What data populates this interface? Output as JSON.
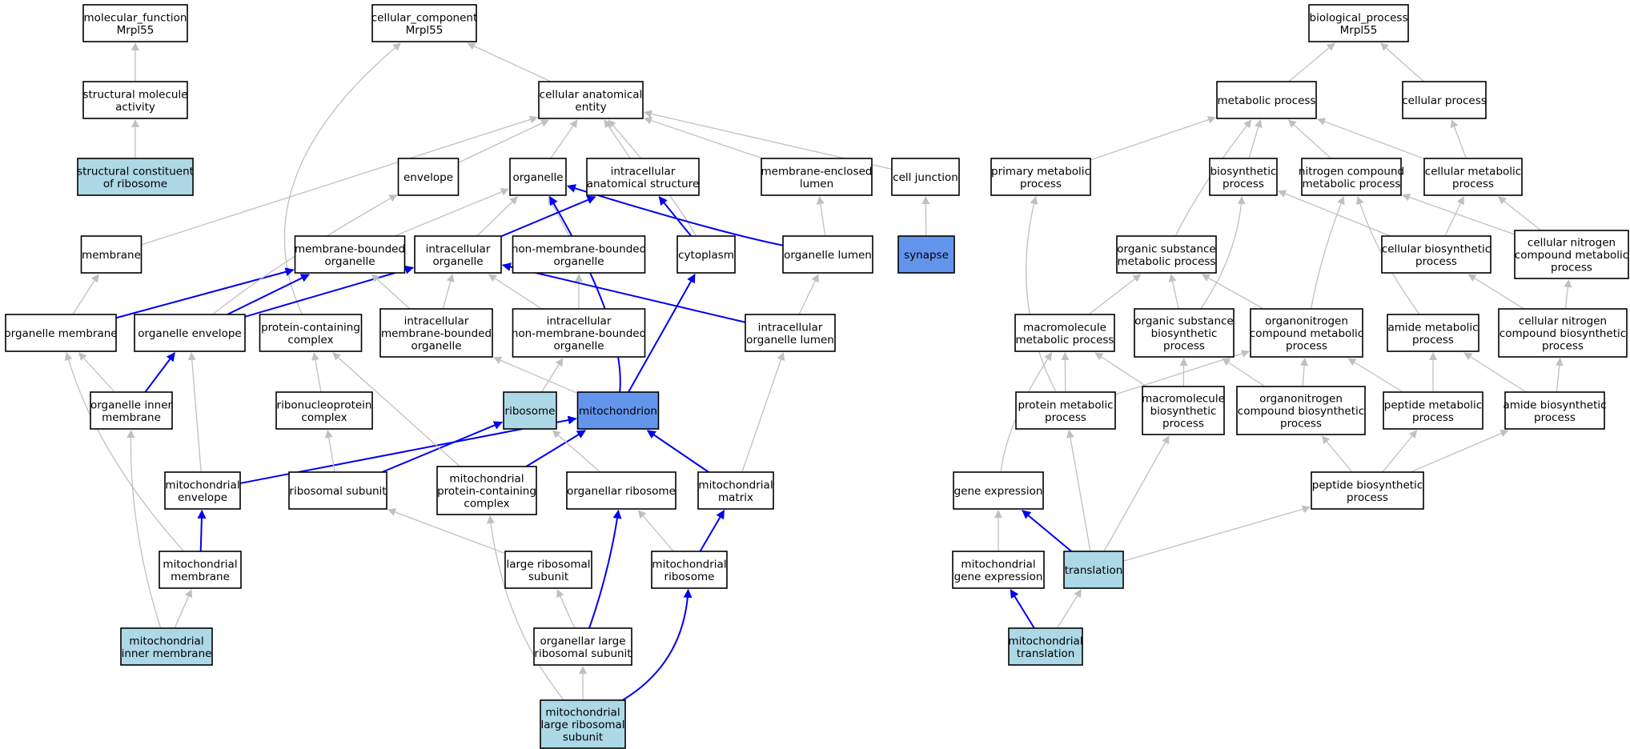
{
  "colors": {
    "default_fill": "#ffffff",
    "light_blue_fill": "#add8e6",
    "blue_fill": "#6495ed",
    "gray_edge": "#c0c0c0",
    "blue_edge": "#0000ee"
  },
  "nodes": [
    {
      "id": "mf",
      "lines": [
        "molecular_function",
        "Mrpl55"
      ],
      "fill": "default"
    },
    {
      "id": "sma",
      "lines": [
        "structural molecule",
        "activity"
      ],
      "fill": "default"
    },
    {
      "id": "scr",
      "lines": [
        "structural constituent",
        "of ribosome"
      ],
      "fill": "light_blue"
    },
    {
      "id": "cc",
      "lines": [
        "cellular_component",
        "Mrpl55"
      ],
      "fill": "default"
    },
    {
      "id": "cae",
      "lines": [
        "cellular anatomical",
        "entity"
      ],
      "fill": "default"
    },
    {
      "id": "env",
      "lines": [
        "envelope"
      ],
      "fill": "default"
    },
    {
      "id": "org",
      "lines": [
        "organelle"
      ],
      "fill": "default"
    },
    {
      "id": "ias",
      "lines": [
        "intracellular",
        "anatomical structure"
      ],
      "fill": "default"
    },
    {
      "id": "mel",
      "lines": [
        "membrane-enclosed",
        "lumen"
      ],
      "fill": "default"
    },
    {
      "id": "cj",
      "lines": [
        "cell junction"
      ],
      "fill": "default"
    },
    {
      "id": "mem",
      "lines": [
        "membrane"
      ],
      "fill": "default"
    },
    {
      "id": "mbo",
      "lines": [
        "membrane-bounded",
        "organelle"
      ],
      "fill": "default"
    },
    {
      "id": "io",
      "lines": [
        "intracellular",
        "organelle"
      ],
      "fill": "default"
    },
    {
      "id": "nmbo",
      "lines": [
        "non-membrane-bounded",
        "organelle"
      ],
      "fill": "default"
    },
    {
      "id": "cyt",
      "lines": [
        "cytoplasm"
      ],
      "fill": "default"
    },
    {
      "id": "ol",
      "lines": [
        "organelle lumen"
      ],
      "fill": "default"
    },
    {
      "id": "syn",
      "lines": [
        "synapse"
      ],
      "fill": "blue"
    },
    {
      "id": "om",
      "lines": [
        "organelle membrane"
      ],
      "fill": "default"
    },
    {
      "id": "oe",
      "lines": [
        "organelle envelope"
      ],
      "fill": "default"
    },
    {
      "id": "pcc",
      "lines": [
        "protein-containing",
        "complex"
      ],
      "fill": "default"
    },
    {
      "id": "imbo",
      "lines": [
        "intracellular",
        "membrane-bounded",
        "organelle"
      ],
      "fill": "default"
    },
    {
      "id": "inmbo",
      "lines": [
        "intracellular",
        "non-membrane-bounded",
        "organelle"
      ],
      "fill": "default"
    },
    {
      "id": "iol",
      "lines": [
        "intracellular",
        "organelle lumen"
      ],
      "fill": "default"
    },
    {
      "id": "oim",
      "lines": [
        "organelle inner",
        "membrane"
      ],
      "fill": "default"
    },
    {
      "id": "rnp",
      "lines": [
        "ribonucleoprotein",
        "complex"
      ],
      "fill": "default"
    },
    {
      "id": "rib",
      "lines": [
        "ribosome"
      ],
      "fill": "light_blue"
    },
    {
      "id": "mito",
      "lines": [
        "mitochondrion"
      ],
      "fill": "blue"
    },
    {
      "id": "menv",
      "lines": [
        "mitochondrial",
        "envelope"
      ],
      "fill": "default"
    },
    {
      "id": "rsu",
      "lines": [
        "ribosomal subunit"
      ],
      "fill": "default"
    },
    {
      "id": "mpcc",
      "lines": [
        "mitochondrial",
        "protein-containing",
        "complex"
      ],
      "fill": "default"
    },
    {
      "id": "orib",
      "lines": [
        "organellar ribosome"
      ],
      "fill": "default"
    },
    {
      "id": "mmat",
      "lines": [
        "mitochondrial",
        "matrix"
      ],
      "fill": "default"
    },
    {
      "id": "mmem",
      "lines": [
        "mitochondrial",
        "membrane"
      ],
      "fill": "default"
    },
    {
      "id": "lrsu",
      "lines": [
        "large ribosomal",
        "subunit"
      ],
      "fill": "default"
    },
    {
      "id": "mrib",
      "lines": [
        "mitochondrial",
        "ribosome"
      ],
      "fill": "default"
    },
    {
      "id": "mim",
      "lines": [
        "mitochondrial",
        "inner membrane"
      ],
      "fill": "light_blue"
    },
    {
      "id": "olrs",
      "lines": [
        "organellar large",
        "ribosomal subunit"
      ],
      "fill": "default"
    },
    {
      "id": "mlrs",
      "lines": [
        "mitochondrial",
        "large ribosomal",
        "subunit"
      ],
      "fill": "light_blue"
    },
    {
      "id": "bp",
      "lines": [
        "biological_process",
        "Mrpl55"
      ],
      "fill": "default"
    },
    {
      "id": "metp",
      "lines": [
        "metabolic process"
      ],
      "fill": "default"
    },
    {
      "id": "cellp",
      "lines": [
        "cellular process"
      ],
      "fill": "default"
    },
    {
      "id": "pmp",
      "lines": [
        "primary metabolic",
        "process"
      ],
      "fill": "default"
    },
    {
      "id": "bsp",
      "lines": [
        "biosynthetic",
        "process"
      ],
      "fill": "default"
    },
    {
      "id": "ncmp",
      "lines": [
        "nitrogen compound",
        "metabolic process"
      ],
      "fill": "default"
    },
    {
      "id": "cmp",
      "lines": [
        "cellular metabolic",
        "process"
      ],
      "fill": "default"
    },
    {
      "id": "osmp",
      "lines": [
        "organic substance",
        "metabolic process"
      ],
      "fill": "default"
    },
    {
      "id": "cbp",
      "lines": [
        "cellular biosynthetic",
        "process"
      ],
      "fill": "default"
    },
    {
      "id": "cncmp",
      "lines": [
        "cellular nitrogen",
        "compound metabolic",
        "process"
      ],
      "fill": "default"
    },
    {
      "id": "mmp",
      "lines": [
        "macromolecule",
        "metabolic process"
      ],
      "fill": "default"
    },
    {
      "id": "osbp",
      "lines": [
        "organic substance",
        "biosynthetic",
        "process"
      ],
      "fill": "default"
    },
    {
      "id": "oncmp",
      "lines": [
        "organonitrogen",
        "compound metabolic",
        "process"
      ],
      "fill": "default"
    },
    {
      "id": "amp",
      "lines": [
        "amide metabolic",
        "process"
      ],
      "fill": "default"
    },
    {
      "id": "cncbp",
      "lines": [
        "cellular nitrogen",
        "compound biosynthetic",
        "process"
      ],
      "fill": "default"
    },
    {
      "id": "protmp",
      "lines": [
        "protein metabolic",
        "process"
      ],
      "fill": "default"
    },
    {
      "id": "mbp",
      "lines": [
        "macromolecule",
        "biosynthetic",
        "process"
      ],
      "fill": "default"
    },
    {
      "id": "oncbp",
      "lines": [
        "organonitrogen",
        "compound biosynthetic",
        "process"
      ],
      "fill": "default"
    },
    {
      "id": "pepmp",
      "lines": [
        "peptide metabolic",
        "process"
      ],
      "fill": "default"
    },
    {
      "id": "abp",
      "lines": [
        "amide biosynthetic",
        "process"
      ],
      "fill": "default"
    },
    {
      "id": "ge",
      "lines": [
        "gene expression"
      ],
      "fill": "default"
    },
    {
      "id": "pbp",
      "lines": [
        "peptide biosynthetic",
        "process"
      ],
      "fill": "default"
    },
    {
      "id": "mge",
      "lines": [
        "mitochondrial",
        "gene expression"
      ],
      "fill": "default"
    },
    {
      "id": "trans",
      "lines": [
        "translation"
      ],
      "fill": "light_blue"
    },
    {
      "id": "mtrans",
      "lines": [
        "mitochondrial",
        "translation"
      ],
      "fill": "light_blue"
    }
  ],
  "edges": [
    {
      "from": "sma",
      "to": "mf",
      "kind": "gray"
    },
    {
      "from": "scr",
      "to": "sma",
      "kind": "gray"
    },
    {
      "from": "cae",
      "to": "cc",
      "kind": "gray"
    },
    {
      "from": "pcc",
      "to": "cc",
      "kind": "gray"
    },
    {
      "from": "env",
      "to": "cae",
      "kind": "gray"
    },
    {
      "from": "org",
      "to": "cae",
      "kind": "gray"
    },
    {
      "from": "ias",
      "to": "cae",
      "kind": "gray"
    },
    {
      "from": "mel",
      "to": "cae",
      "kind": "gray"
    },
    {
      "from": "cj",
      "to": "cae",
      "kind": "gray"
    },
    {
      "from": "mem",
      "to": "cae",
      "kind": "gray"
    },
    {
      "from": "cyt",
      "to": "cae",
      "kind": "gray"
    },
    {
      "from": "syn",
      "to": "cj",
      "kind": "gray"
    },
    {
      "from": "mbo",
      "to": "org",
      "kind": "gray"
    },
    {
      "from": "io",
      "to": "org",
      "kind": "gray"
    },
    {
      "from": "nmbo",
      "to": "org",
      "kind": "gray"
    },
    {
      "from": "io",
      "to": "ias",
      "kind": "blue"
    },
    {
      "from": "cyt",
      "to": "ias",
      "kind": "blue"
    },
    {
      "from": "ol",
      "to": "org",
      "kind": "blue"
    },
    {
      "from": "mito",
      "to": "org",
      "kind": "blue"
    },
    {
      "from": "ol",
      "to": "mel",
      "kind": "gray"
    },
    {
      "from": "om",
      "to": "mem",
      "kind": "gray"
    },
    {
      "from": "om",
      "to": "mbo",
      "kind": "blue"
    },
    {
      "from": "oe",
      "to": "mbo",
      "kind": "blue"
    },
    {
      "from": "oe",
      "to": "io",
      "kind": "blue"
    },
    {
      "from": "oe",
      "to": "env",
      "kind": "gray"
    },
    {
      "from": "imbo",
      "to": "mbo",
      "kind": "gray"
    },
    {
      "from": "imbo",
      "to": "io",
      "kind": "gray"
    },
    {
      "from": "inmbo",
      "to": "io",
      "kind": "gray"
    },
    {
      "from": "inmbo",
      "to": "nmbo",
      "kind": "gray"
    },
    {
      "from": "iol",
      "to": "io",
      "kind": "blue"
    },
    {
      "from": "iol",
      "to": "ol",
      "kind": "gray"
    },
    {
      "from": "oim",
      "to": "om",
      "kind": "gray"
    },
    {
      "from": "oim",
      "to": "oe",
      "kind": "blue"
    },
    {
      "from": "rnp",
      "to": "pcc",
      "kind": "gray"
    },
    {
      "from": "rib",
      "to": "inmbo",
      "kind": "gray"
    },
    {
      "from": "mito",
      "to": "imbo",
      "kind": "gray"
    },
    {
      "from": "mito",
      "to": "cyt",
      "kind": "blue"
    },
    {
      "from": "menv",
      "to": "oe",
      "kind": "gray"
    },
    {
      "from": "menv",
      "to": "mito",
      "kind": "blue"
    },
    {
      "from": "rsu",
      "to": "rnp",
      "kind": "gray"
    },
    {
      "from": "rsu",
      "to": "rib",
      "kind": "blue"
    },
    {
      "from": "mpcc",
      "to": "pcc",
      "kind": "gray"
    },
    {
      "from": "mpcc",
      "to": "mito",
      "kind": "blue"
    },
    {
      "from": "orib",
      "to": "rib",
      "kind": "gray"
    },
    {
      "from": "mmat",
      "to": "iol",
      "kind": "gray"
    },
    {
      "from": "mmat",
      "to": "mito",
      "kind": "blue"
    },
    {
      "from": "mmem",
      "to": "om",
      "kind": "gray"
    },
    {
      "from": "mmem",
      "to": "menv",
      "kind": "blue"
    },
    {
      "from": "lrsu",
      "to": "rsu",
      "kind": "gray"
    },
    {
      "from": "mrib",
      "to": "orib",
      "kind": "gray"
    },
    {
      "from": "mrib",
      "to": "mmat",
      "kind": "blue"
    },
    {
      "from": "mim",
      "to": "mmem",
      "kind": "gray"
    },
    {
      "from": "mim",
      "to": "oim",
      "kind": "gray"
    },
    {
      "from": "olrs",
      "to": "lrsu",
      "kind": "gray"
    },
    {
      "from": "olrs",
      "to": "orib",
      "kind": "blue"
    },
    {
      "from": "mlrs",
      "to": "olrs",
      "kind": "gray"
    },
    {
      "from": "mlrs",
      "to": "mpcc",
      "kind": "gray"
    },
    {
      "from": "mlrs",
      "to": "mrib",
      "kind": "blue"
    },
    {
      "from": "metp",
      "to": "bp",
      "kind": "gray"
    },
    {
      "from": "cellp",
      "to": "bp",
      "kind": "gray"
    },
    {
      "from": "pmp",
      "to": "metp",
      "kind": "gray"
    },
    {
      "from": "bsp",
      "to": "metp",
      "kind": "gray"
    },
    {
      "from": "ncmp",
      "to": "metp",
      "kind": "gray"
    },
    {
      "from": "cmp",
      "to": "metp",
      "kind": "gray"
    },
    {
      "from": "osmp",
      "to": "metp",
      "kind": "gray"
    },
    {
      "from": "cmp",
      "to": "cellp",
      "kind": "gray"
    },
    {
      "from": "cbp",
      "to": "bsp",
      "kind": "gray"
    },
    {
      "from": "cbp",
      "to": "cmp",
      "kind": "gray"
    },
    {
      "from": "cncmp",
      "to": "ncmp",
      "kind": "gray"
    },
    {
      "from": "cncmp",
      "to": "cmp",
      "kind": "gray"
    },
    {
      "from": "mmp",
      "to": "osmp",
      "kind": "gray"
    },
    {
      "from": "osbp",
      "to": "osmp",
      "kind": "gray"
    },
    {
      "from": "osbp",
      "to": "bsp",
      "kind": "gray"
    },
    {
      "from": "oncmp",
      "to": "osmp",
      "kind": "gray"
    },
    {
      "from": "oncmp",
      "to": "ncmp",
      "kind": "gray"
    },
    {
      "from": "amp",
      "to": "ncmp",
      "kind": "gray"
    },
    {
      "from": "cncbp",
      "to": "cbp",
      "kind": "gray"
    },
    {
      "from": "cncbp",
      "to": "cncmp",
      "kind": "gray"
    },
    {
      "from": "protmp",
      "to": "mmp",
      "kind": "gray"
    },
    {
      "from": "protmp",
      "to": "pmp",
      "kind": "gray"
    },
    {
      "from": "protmp",
      "to": "oncmp",
      "kind": "gray"
    },
    {
      "from": "mbp",
      "to": "mmp",
      "kind": "gray"
    },
    {
      "from": "mbp",
      "to": "osbp",
      "kind": "gray"
    },
    {
      "from": "oncbp",
      "to": "osbp",
      "kind": "gray"
    },
    {
      "from": "oncbp",
      "to": "oncmp",
      "kind": "gray"
    },
    {
      "from": "pepmp",
      "to": "oncmp",
      "kind": "gray"
    },
    {
      "from": "pepmp",
      "to": "amp",
      "kind": "gray"
    },
    {
      "from": "abp",
      "to": "amp",
      "kind": "gray"
    },
    {
      "from": "abp",
      "to": "cncbp",
      "kind": "gray"
    },
    {
      "from": "ge",
      "to": "mmp",
      "kind": "gray"
    },
    {
      "from": "pbp",
      "to": "oncbp",
      "kind": "gray"
    },
    {
      "from": "pbp",
      "to": "pepmp",
      "kind": "gray"
    },
    {
      "from": "pbp",
      "to": "abp",
      "kind": "gray"
    },
    {
      "from": "mge",
      "to": "ge",
      "kind": "gray"
    },
    {
      "from": "trans",
      "to": "ge",
      "kind": "blue"
    },
    {
      "from": "trans",
      "to": "protmp",
      "kind": "gray"
    },
    {
      "from": "trans",
      "to": "mbp",
      "kind": "gray"
    },
    {
      "from": "trans",
      "to": "pbp",
      "kind": "gray"
    },
    {
      "from": "mtrans",
      "to": "trans",
      "kind": "gray"
    },
    {
      "from": "mtrans",
      "to": "mge",
      "kind": "blue"
    }
  ]
}
